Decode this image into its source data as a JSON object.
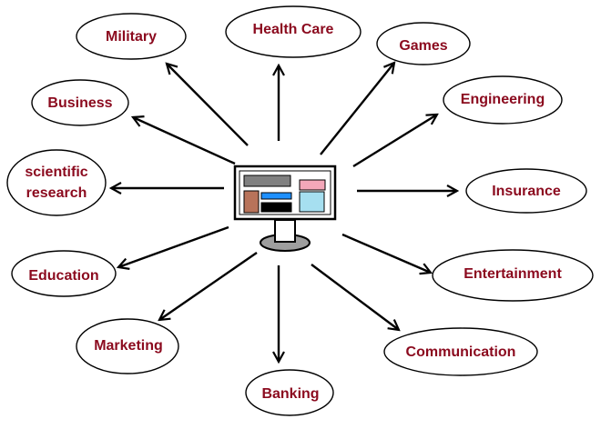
{
  "diagram": {
    "colors": {
      "text": "#8b0a1e",
      "stroke": "#000000",
      "monitor_frame": "#ffffff",
      "panel_gray": "#808080",
      "panel_pink": "#f4a7b9",
      "panel_lightblue": "#a6dff0",
      "panel_blue": "#1e90ff",
      "panel_brown": "#b8735a",
      "panel_black": "#000000",
      "stand_gray": "#9e9e9e"
    },
    "center_icon": "computer-monitor-icon",
    "nodes": [
      {
        "id": "military",
        "label": "Military"
      },
      {
        "id": "health-care",
        "label": "Health Care"
      },
      {
        "id": "games",
        "label": "Games"
      },
      {
        "id": "business",
        "label": "Business"
      },
      {
        "id": "engineering",
        "label": "Engineering"
      },
      {
        "id": "scientific-research",
        "label": "scientific research"
      },
      {
        "id": "insurance",
        "label": "Insurance"
      },
      {
        "id": "education",
        "label": "Education"
      },
      {
        "id": "entertainment",
        "label": "Entertainment"
      },
      {
        "id": "marketing",
        "label": "Marketing"
      },
      {
        "id": "communication",
        "label": "Communication"
      },
      {
        "id": "banking",
        "label": "Banking"
      }
    ]
  }
}
